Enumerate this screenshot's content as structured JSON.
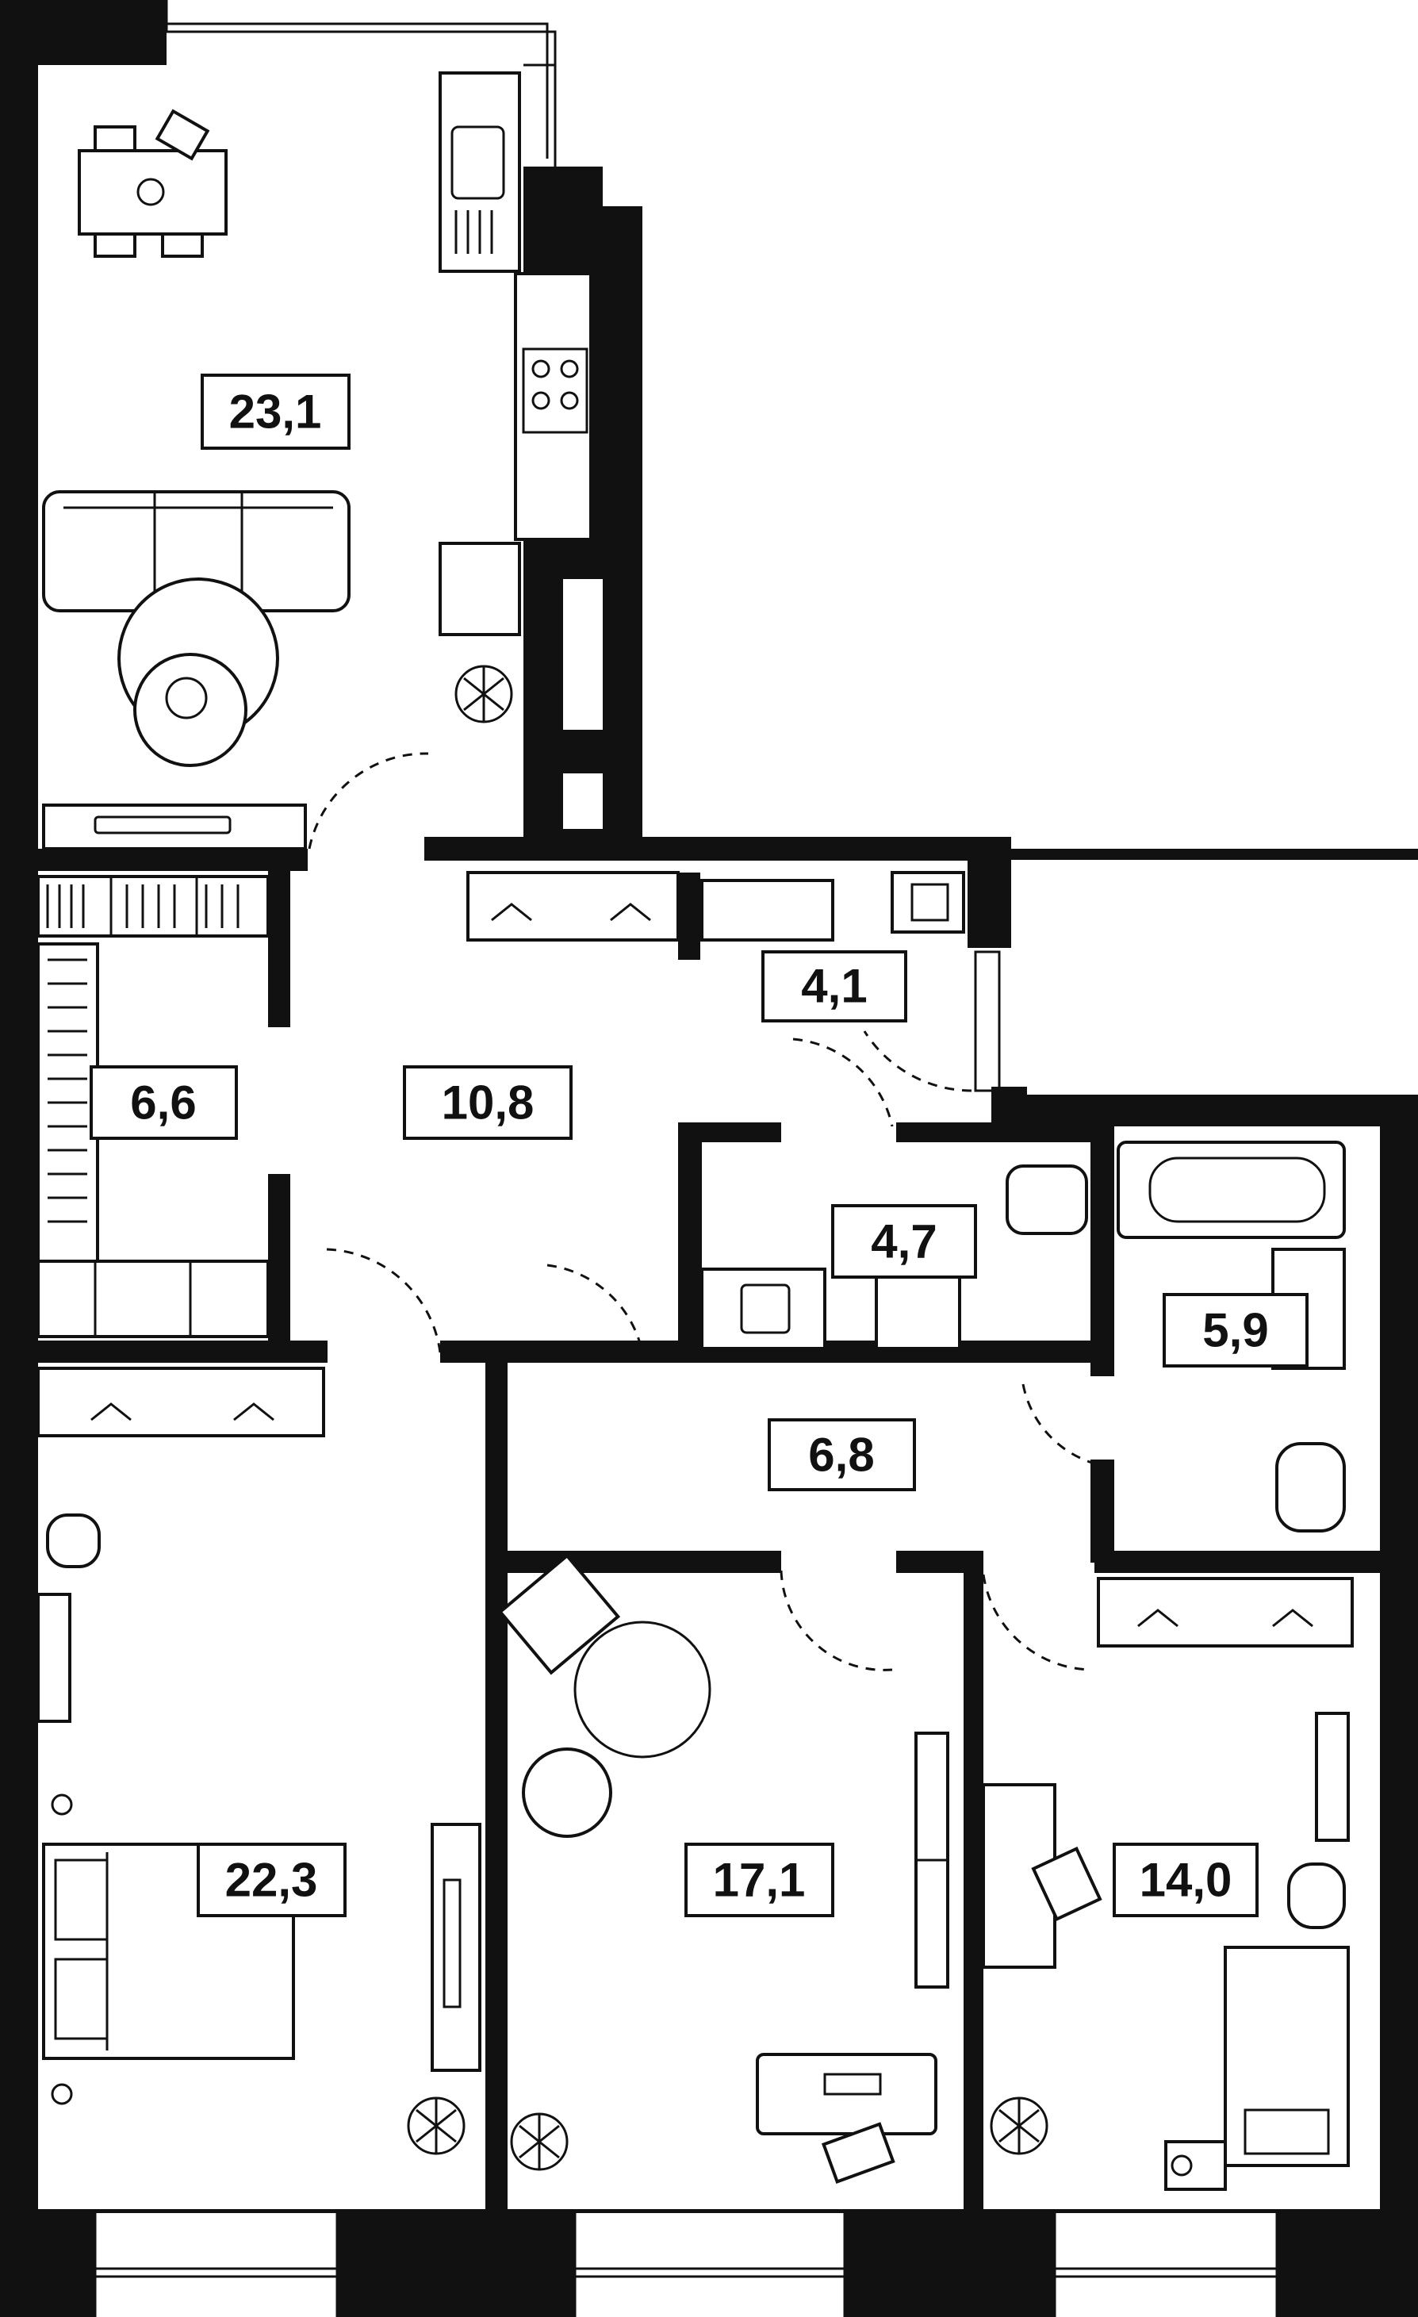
{
  "plan": {
    "rooms": [
      {
        "id": "kitchen-living",
        "area": "23,1"
      },
      {
        "id": "wardrobe",
        "area": "6,6"
      },
      {
        "id": "hall",
        "area": "10,8"
      },
      {
        "id": "laundry",
        "area": "4,1"
      },
      {
        "id": "toilet",
        "area": "4,7"
      },
      {
        "id": "bathroom",
        "area": "5,9"
      },
      {
        "id": "corridor",
        "area": "6,8"
      },
      {
        "id": "master-bedroom",
        "area": "22,3"
      },
      {
        "id": "bedroom-2",
        "area": "17,1"
      },
      {
        "id": "bedroom-3",
        "area": "14,0"
      }
    ]
  },
  "colors": {
    "wall": "#111111",
    "background": "#ffffff"
  }
}
